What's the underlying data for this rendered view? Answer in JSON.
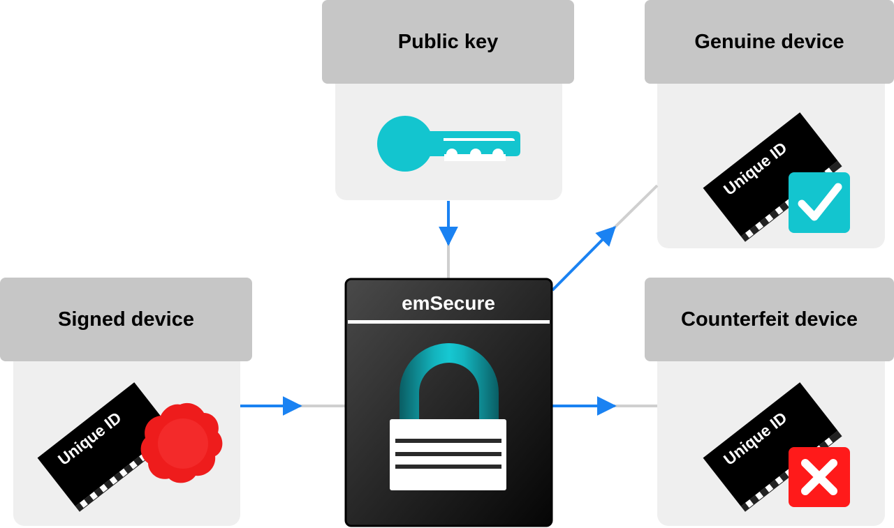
{
  "panels": {
    "public_key": {
      "title": "Public key"
    },
    "genuine": {
      "title": "Genuine device",
      "chip_label": "Unique ID"
    },
    "signed": {
      "title": "Signed device",
      "chip_label": "Unique ID"
    },
    "counterfeit": {
      "title": "Counterfeit device",
      "chip_label": "Unique ID"
    }
  },
  "center": {
    "title": "emSecure"
  },
  "colors": {
    "arrow": "#1a82f2",
    "connector": "#cfcfcf",
    "teal": "#13c5cf",
    "seal": "#ee1c1c",
    "reject": "#ff1a1a",
    "panel_header": "#c6c6c6",
    "panel_body": "#efefef"
  },
  "icons": [
    "key-icon",
    "chip-icon",
    "wax-seal-icon",
    "check-icon",
    "x-icon",
    "padlock-icon"
  ]
}
